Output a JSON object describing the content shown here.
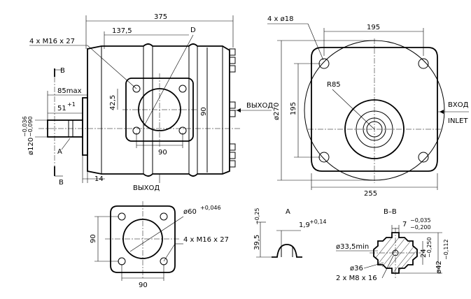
{
  "dims": {
    "overall_length": "375",
    "body_length": "137,5",
    "port_d": "D",
    "m16_front": "4 x M16 x 27",
    "dim_42_5": "42,5",
    "shaft_85": "85max",
    "shaft_51": "51",
    "shaft_51_tol": "+1",
    "shaft_dia": "ø120",
    "shaft_dia_tol_up": "−0,036",
    "shaft_dia_tol_lo": "−0,090",
    "port_90_h": "90",
    "port_90_v": "90",
    "dim_14": "14",
    "holes_18": "4 x ø18",
    "dim_195_top": "195",
    "r85": "R85",
    "dia_270": "ø270",
    "dim_195_v": "195",
    "dim_255": "255",
    "flange_dia": "ø60",
    "flange_dia_tol": "+0,046",
    "flange_m16": "4 x M16 x 27",
    "flange_90_v": "90",
    "flange_90_h": "90",
    "key_39": "39,5",
    "key_39_tol": "−0,25",
    "key_1_9": "1,9",
    "key_1_9_tol": "+0,14",
    "bb_7": "7",
    "bb_7_tol_up": "−0,035",
    "bb_7_tol_lo": "−0,200",
    "bb_33": "ø33,5min",
    "bb_24": "24",
    "bb_24_tol": "−0,250",
    "bb_42": "ø42",
    "bb_42_tol": "−0,112",
    "bb_36": "ø36",
    "bb_m8": "2 x M8 x 16"
  },
  "labels": {
    "section_b_top": "B",
    "section_b_bottom": "B",
    "detail_a": "A",
    "detail_a_title": "A",
    "section_title": "B–B",
    "outlet_right": "ВЫХОД",
    "outlet_bottom": "ВЫХОД",
    "inlet_ru": "ВХОД",
    "inlet_en": "INLET"
  }
}
